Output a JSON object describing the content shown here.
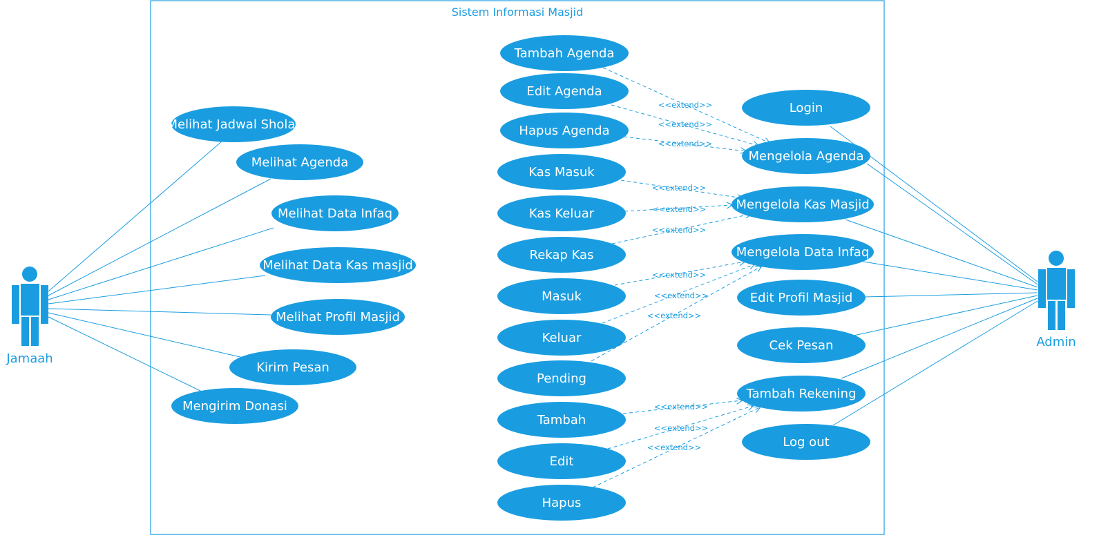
{
  "system": {
    "title": "Sistem Informasi Masjid"
  },
  "colors": {
    "primary": "#1a9de0",
    "text_on_primary": "#ffffff",
    "background": "#ffffff"
  },
  "actors": {
    "jamaah": {
      "label": "Jamaah",
      "icon": "person-icon"
    },
    "admin": {
      "label": "Admin",
      "icon": "person-icon"
    }
  },
  "use_cases": {
    "melihat_jadwal_sholat": "Melihat Jadwal Sholat",
    "melihat_agenda": "Melihat Agenda",
    "melihat_data_infaq": "Melihat Data Infaq",
    "melihat_data_kas": "Melihat Data Kas masjid",
    "melihat_profil_masjid": "Melihat Profil Masjid",
    "kirim_pesan": "Kirim Pesan",
    "mengirim_donasi": "Mengirim Donasi",
    "tambah_agenda": "Tambah Agenda",
    "edit_agenda": "Edit Agenda",
    "hapus_agenda": "Hapus Agenda",
    "kas_masuk": "Kas Masuk",
    "kas_keluar": "Kas Keluar",
    "rekap_kas": "Rekap Kas",
    "masuk": "Masuk",
    "keluar": "Keluar",
    "pending": "Pending",
    "tambah": "Tambah",
    "edit": "Edit",
    "hapus": "Hapus",
    "login": "Login",
    "mengelola_agenda": "Mengelola Agenda",
    "mengelola_kas_masjid": "Mengelola Kas Masjid",
    "mengelola_data_infaq": "Mengelola Data Infaq",
    "edit_profil_masjid": "Edit Profil Masjid",
    "cek_pesan": "Cek Pesan",
    "tambah_rekening": "Tambah Rekening",
    "log_out": "Log out"
  },
  "relations": {
    "extend_label": "<<extend>>",
    "jamaah_associations": [
      "melihat_jadwal_sholat",
      "melihat_agenda",
      "melihat_data_infaq",
      "melihat_data_kas",
      "melihat_profil_masjid",
      "kirim_pesan",
      "mengirim_donasi"
    ],
    "admin_associations": [
      "login",
      "mengelola_agenda",
      "mengelola_kas_masjid",
      "mengelola_data_infaq",
      "edit_profil_masjid",
      "cek_pesan",
      "tambah_rekening",
      "log_out"
    ],
    "extends": [
      {
        "from": "tambah_agenda",
        "to": "mengelola_agenda"
      },
      {
        "from": "edit_agenda",
        "to": "mengelola_agenda"
      },
      {
        "from": "hapus_agenda",
        "to": "mengelola_agenda"
      },
      {
        "from": "kas_masuk",
        "to": "mengelola_kas_masjid"
      },
      {
        "from": "kas_keluar",
        "to": "mengelola_kas_masjid"
      },
      {
        "from": "rekap_kas",
        "to": "mengelola_kas_masjid"
      },
      {
        "from": "masuk",
        "to": "mengelola_data_infaq"
      },
      {
        "from": "keluar",
        "to": "mengelola_data_infaq"
      },
      {
        "from": "pending",
        "to": "mengelola_data_infaq"
      },
      {
        "from": "tambah",
        "to": "tambah_rekening"
      },
      {
        "from": "edit",
        "to": "tambah_rekening"
      },
      {
        "from": "hapus",
        "to": "tambah_rekening"
      }
    ]
  }
}
